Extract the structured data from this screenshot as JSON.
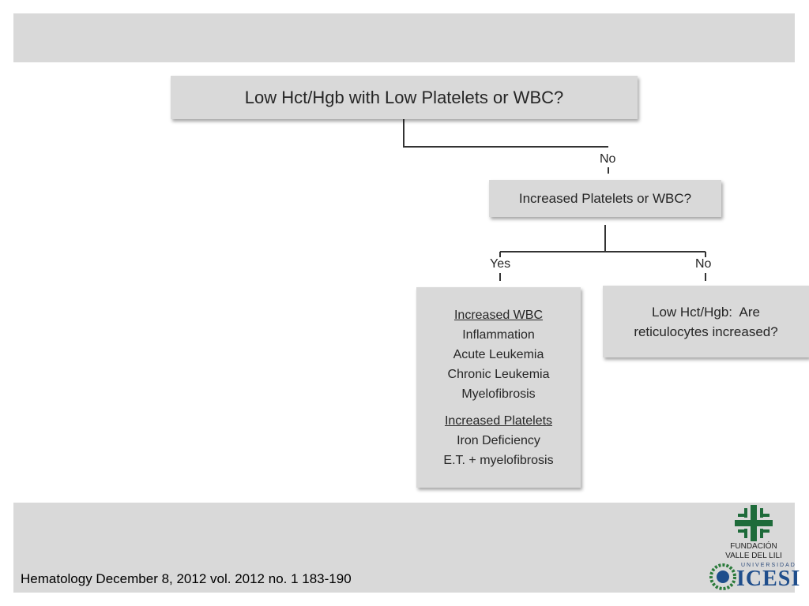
{
  "flowchart": {
    "question_1": "Low Hct/Hgb with Low Platelets or WBC?",
    "branch_no_1": "No",
    "question_2": "Increased Platelets or WBC?",
    "branch_yes": "Yes",
    "branch_no_2": "No",
    "yes_box": {
      "heading_wbc": "Increased WBC",
      "wbc_items": [
        "Inflammation",
        "Acute Leukemia",
        "Chronic Leukemia",
        "Myelofibrosis"
      ],
      "heading_platelets": "Increased Platelets",
      "platelet_items": [
        "Iron Deficiency",
        "E.T. + myelofibrosis"
      ]
    },
    "no_box": {
      "line_1": "Low Hct/Hgb:  Are",
      "line_2": "reticulocytes increased?"
    }
  },
  "footer": {
    "citation": "Hematology December 8, 2012 vol. 2012 no. 1 183-190"
  },
  "logos": {
    "fundacion_line_1": "FUNDACIÓN",
    "fundacion_line_2": "VALLE DEL LILI",
    "icesi_small": "UNIVERSIDAD",
    "icesi_word": "ICESI",
    "fundacion_color": "#1e6b3a",
    "icesi_color": "#1f4e8c"
  }
}
